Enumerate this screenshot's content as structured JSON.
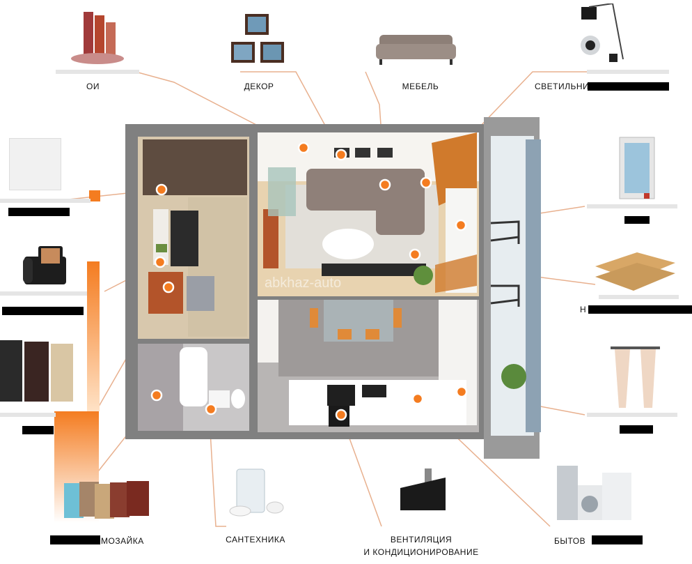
{
  "watermark": "abkhaz-auto",
  "colors": {
    "accent": "#f47c20",
    "line": "#e3a27a",
    "wall": "#7a7a7a"
  },
  "labels": {
    "wallpaper": "ОИ",
    "decor": "ДЕКОР",
    "furniture": "МЕБЕЛЬ",
    "lighting": "СВЕТИЛЬНИ",
    "flooring": "Н",
    "tile_mosaic": "МОЗАЙКА",
    "plumbing": "САНТЕХНИКА",
    "ventilation": [
      "ВЕНТИЛЯЦИЯ",
      "И КОНДИЦИОНИРОВАНИЕ"
    ],
    "appliances": "БЫТОВ"
  },
  "icons": [
    "wallpaper-rolls-icon",
    "framed-pictures-icon",
    "sofa-icon",
    "lamp-icon",
    "ceiling-tile-icon",
    "intercom-phone-icon",
    "doors-icon",
    "window-icon",
    "laminate-boards-icon",
    "curtains-icon",
    "tiles-icon",
    "bathroom-fixtures-icon",
    "range-hood-icon",
    "home-appliances-icon"
  ]
}
